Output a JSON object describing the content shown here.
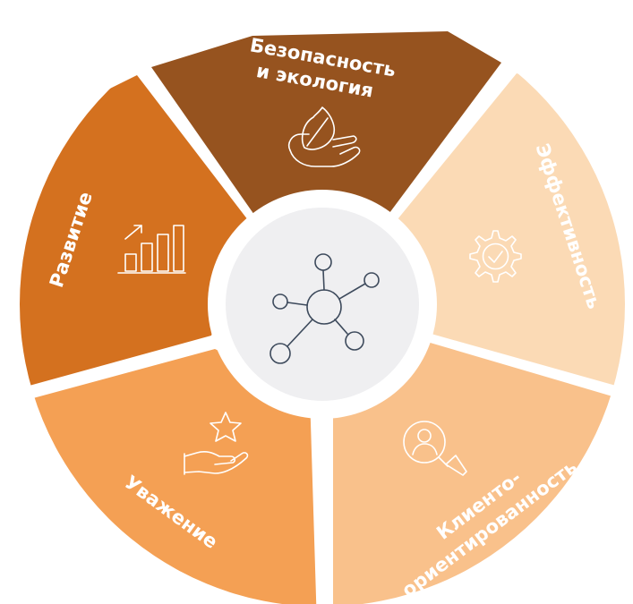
{
  "segments": [
    {
      "id": "safety",
      "lines": [
        "Безопасность",
        "и экология"
      ],
      "color": "#96531f",
      "icon": "hand-leaf-icon"
    },
    {
      "id": "efficiency",
      "lines": [
        "Эффективность"
      ],
      "color": "#fbdab5",
      "icon": "gear-check-icon"
    },
    {
      "id": "client",
      "lines": [
        "Клиенто-",
        "ориентированность"
      ],
      "color": "#f9c18b",
      "icon": "person-magnifier-icon"
    },
    {
      "id": "respect",
      "lines": [
        "Уважение"
      ],
      "color": "#f4a054",
      "icon": "hand-star-icon"
    },
    {
      "id": "growth",
      "lines": [
        "Развитие"
      ],
      "color": "#d4711f",
      "icon": "growth-bars-icon"
    }
  ],
  "center": {
    "icon": "network-hub-icon",
    "ring_color": "#ffffff",
    "fill_color": "#efeff1"
  }
}
